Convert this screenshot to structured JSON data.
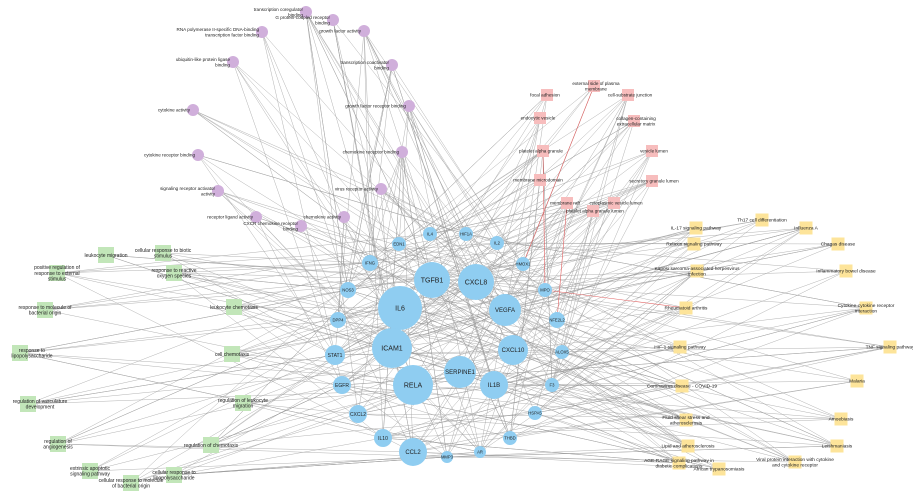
{
  "colors": {
    "gene": "#8fcdf1",
    "molecular_function": "#d0afdb",
    "cellular_component": "#f7bdbd",
    "kegg_pathway": "#fde49a",
    "biological_process": "#c2e6b9",
    "edge": "#9a9a9a",
    "edge_highlight": "#e06060"
  },
  "genes": [
    {
      "name": "IL6"
    },
    {
      "name": "TGFB1"
    },
    {
      "name": "CXCL8"
    },
    {
      "name": "ICAM1"
    },
    {
      "name": "RELA"
    },
    {
      "name": "VEGFA"
    },
    {
      "name": "CXCL10"
    },
    {
      "name": "SERPINE1"
    },
    {
      "name": "IL1B"
    },
    {
      "name": "CCL2"
    },
    {
      "name": "STAT1"
    },
    {
      "name": "NOS3"
    },
    {
      "name": "IFNG"
    },
    {
      "name": "DPP4"
    },
    {
      "name": "EGFR"
    },
    {
      "name": "CXCL2"
    },
    {
      "name": "IL10"
    },
    {
      "name": "EDN1"
    },
    {
      "name": "IL4"
    },
    {
      "name": "HIF1A"
    },
    {
      "name": "IL2"
    },
    {
      "name": "HMOX1"
    },
    {
      "name": "MPO"
    },
    {
      "name": "NFE2L2"
    },
    {
      "name": "ALOX5"
    },
    {
      "name": "F3"
    },
    {
      "name": "HSPA5"
    },
    {
      "name": "THBD"
    },
    {
      "name": "MMP3"
    },
    {
      "name": "AR"
    }
  ],
  "molecular_functions": [
    {
      "name": "transcription coregulator binding"
    },
    {
      "name": "RNA polymerase II-specific DNA-binding transcription factor binding"
    },
    {
      "name": "G protein-coupled receptor binding"
    },
    {
      "name": "growth factor activity"
    },
    {
      "name": "ubiquitin-like protein ligase binding"
    },
    {
      "name": "transcription coactivator binding"
    },
    {
      "name": "cytokine activity"
    },
    {
      "name": "growth factor receptor binding"
    },
    {
      "name": "cytokine receptor binding"
    },
    {
      "name": "chemokine receptor binding"
    },
    {
      "name": "signaling receptor activator activity"
    },
    {
      "name": "virus receptor activity"
    },
    {
      "name": "receptor ligand activity"
    },
    {
      "name": "chemokine activity"
    },
    {
      "name": "CXCR chemokine receptor binding"
    }
  ],
  "cellular_components": [
    {
      "name": "external side of plasma membrane"
    },
    {
      "name": "focal adhesion"
    },
    {
      "name": "cell-substrate junction"
    },
    {
      "name": "endocytic vesicle"
    },
    {
      "name": "collagen-containing extracellular matrix"
    },
    {
      "name": "platelet alpha granule"
    },
    {
      "name": "vesicle lumen"
    },
    {
      "name": "membrane microdomain"
    },
    {
      "name": "secretory granule lumen"
    },
    {
      "name": "membrane raft"
    },
    {
      "name": "cytoplasmic vesicle lumen"
    },
    {
      "name": "platelet alpha granule lumen"
    }
  ],
  "kegg_pathways": [
    {
      "name": "Th17 cell differentiation"
    },
    {
      "name": "IL-17 signaling pathway"
    },
    {
      "name": "Influenza A"
    },
    {
      "name": "Relaxin signaling pathway"
    },
    {
      "name": "Chagas disease"
    },
    {
      "name": "Kaposi sarcoma-associated herpesvirus infection"
    },
    {
      "name": "Inflammatory bowel disease"
    },
    {
      "name": "Rheumatoid arthritis"
    },
    {
      "name": "Cytokine-cytokine receptor interaction"
    },
    {
      "name": "HIF-1 signaling pathway"
    },
    {
      "name": "TNF signaling pathway"
    },
    {
      "name": "Coronavirus disease - COVID-19"
    },
    {
      "name": "Malaria"
    },
    {
      "name": "Fluid shear stress and atherosclerosis"
    },
    {
      "name": "Amoebiasis"
    },
    {
      "name": "Lipid and atherosclerosis"
    },
    {
      "name": "Leishmaniasis"
    },
    {
      "name": "AGE-RAGE signaling pathway in diabetic complications"
    },
    {
      "name": "Viral protein interaction with cytokine and cytokine receptor"
    },
    {
      "name": "African trypanosomiasis"
    }
  ],
  "biological_processes": [
    {
      "name": "leukocyte migration"
    },
    {
      "name": "cellular response to biotic stimulus"
    },
    {
      "name": "positive regulation of response to external stimulus"
    },
    {
      "name": "response to reactive oxygen species"
    },
    {
      "name": "response to molecule of bacterial origin"
    },
    {
      "name": "leukocyte chemotaxis"
    },
    {
      "name": "response to lipopolysaccharide"
    },
    {
      "name": "cell chemotaxis"
    },
    {
      "name": "regulation of vasculature development"
    },
    {
      "name": "regulation of leukocyte migration"
    },
    {
      "name": "regulation of angiogenesis"
    },
    {
      "name": "regulation of chemotaxis"
    },
    {
      "name": "extrinsic apoptotic signaling pathway"
    },
    {
      "name": "cellular response to lipopolysaccharide"
    },
    {
      "name": "cellular response to molecule of bacterial origin"
    }
  ]
}
